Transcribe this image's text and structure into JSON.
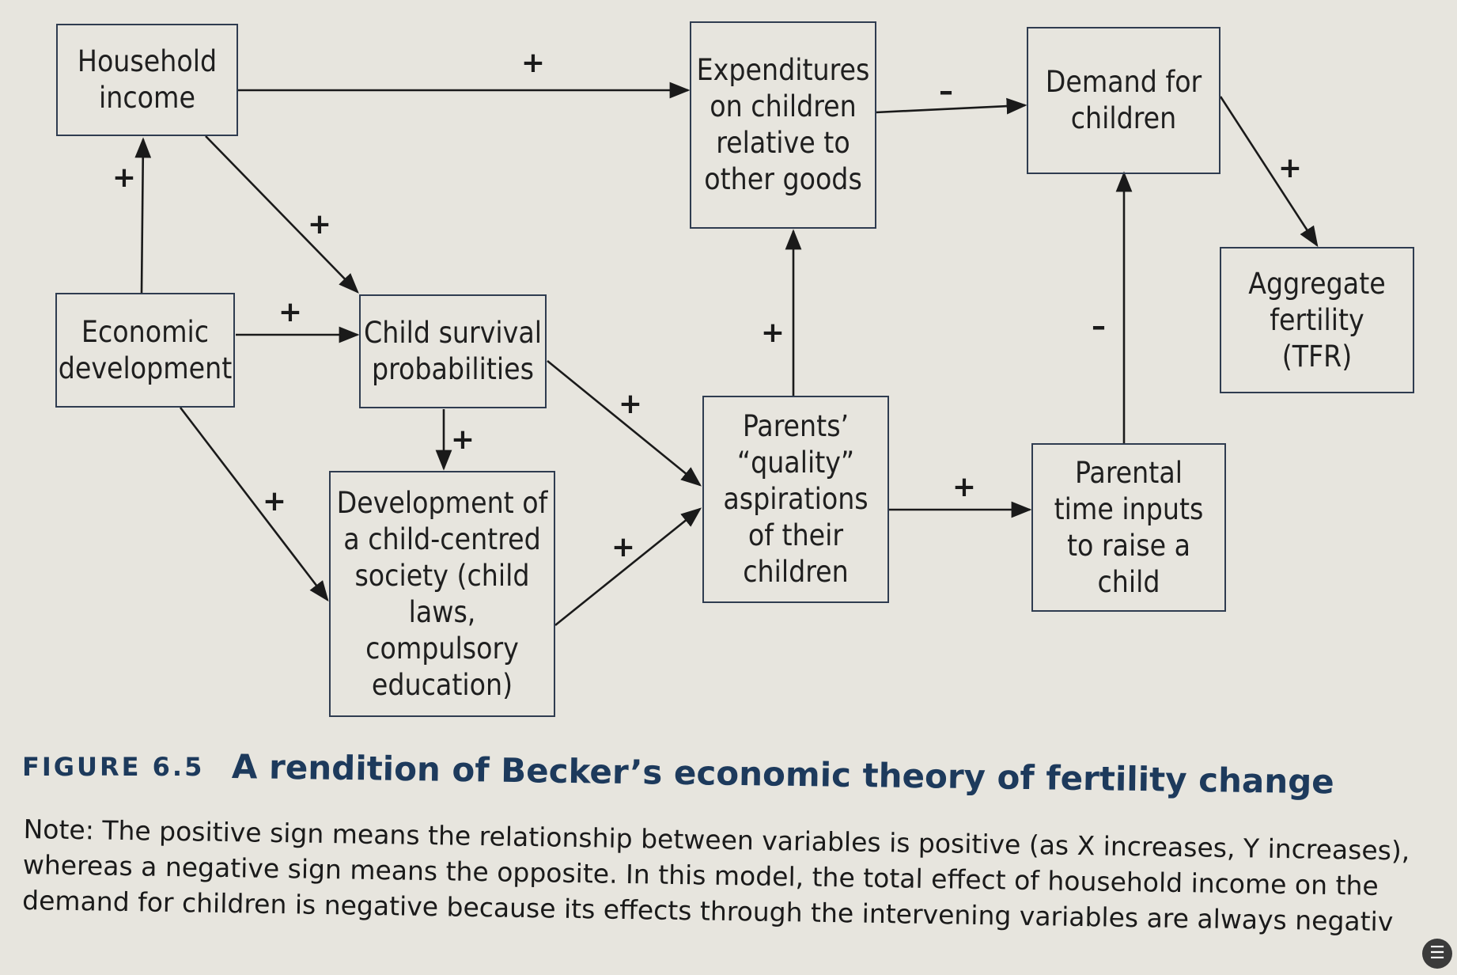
{
  "nodes": {
    "household_income": "Household\nincome",
    "expenditures": "Expenditures\non children\nrelative to\nother goods",
    "demand": "Demand for\nchildren",
    "aggregate_fertility": "Aggregate\nfertility\n(TFR)",
    "economic_development": "Economic\ndevelopment",
    "child_survival": "Child survival\nprobabilities",
    "parents_quality": "Parents’\n“quality”\naspirations\nof their\nchildren",
    "parental_time": "Parental\ntime inputs\nto raise a\nchild",
    "child_centred": "Development of\na child-centred\nsociety (child\nlaws,\ncompulsory\neducation)"
  },
  "edges": [
    {
      "from": "Household income",
      "to": "Expenditures on children relative to other goods",
      "sign": "+"
    },
    {
      "from": "Expenditures on children relative to other goods",
      "to": "Demand for children",
      "sign": "–"
    },
    {
      "from": "Demand for children",
      "to": "Aggregate fertility (TFR)",
      "sign": "+"
    },
    {
      "from": "Economic development",
      "to": "Household income",
      "sign": "+"
    },
    {
      "from": "Household income",
      "to": "Child survival probabilities",
      "sign": "+"
    },
    {
      "from": "Economic development",
      "to": "Child survival probabilities",
      "sign": "+"
    },
    {
      "from": "Economic development",
      "to": "Development of a child-centred society",
      "sign": "+"
    },
    {
      "from": "Child survival probabilities",
      "to": "Development of a child-centred society",
      "sign": "+"
    },
    {
      "from": "Child survival probabilities",
      "to": "Parents’ “quality” aspirations of their children",
      "sign": "+"
    },
    {
      "from": "Development of a child-centred society",
      "to": "Parents’ “quality” aspirations of their children",
      "sign": "+"
    },
    {
      "from": "Parents’ “quality” aspirations of their children",
      "to": "Expenditures on children relative to other goods",
      "sign": "+"
    },
    {
      "from": "Parents’ “quality” aspirations of their children",
      "to": "Parental time inputs to raise a child",
      "sign": "+"
    },
    {
      "from": "Parental time inputs to raise a child",
      "to": "Demand for children",
      "sign": "–"
    }
  ],
  "caption": {
    "label": "FIGURE 6.5",
    "title": "A rendition of Becker’s economic theory of fertility change",
    "note": "Note: The positive sign means the relationship between variables is positive (as X increases, Y increases), whereas a negative sign means the opposite. In this model, the total effect of household income on the demand for children is negative because its effects through the intervening variables are always negativ"
  },
  "colors": {
    "box_border": "#2f3c50",
    "arrow": "#1a1a1a",
    "caption_title": "#1d3a5c",
    "background": "#e7e5de"
  },
  "icons": {
    "corner": "text-recognition-icon"
  }
}
